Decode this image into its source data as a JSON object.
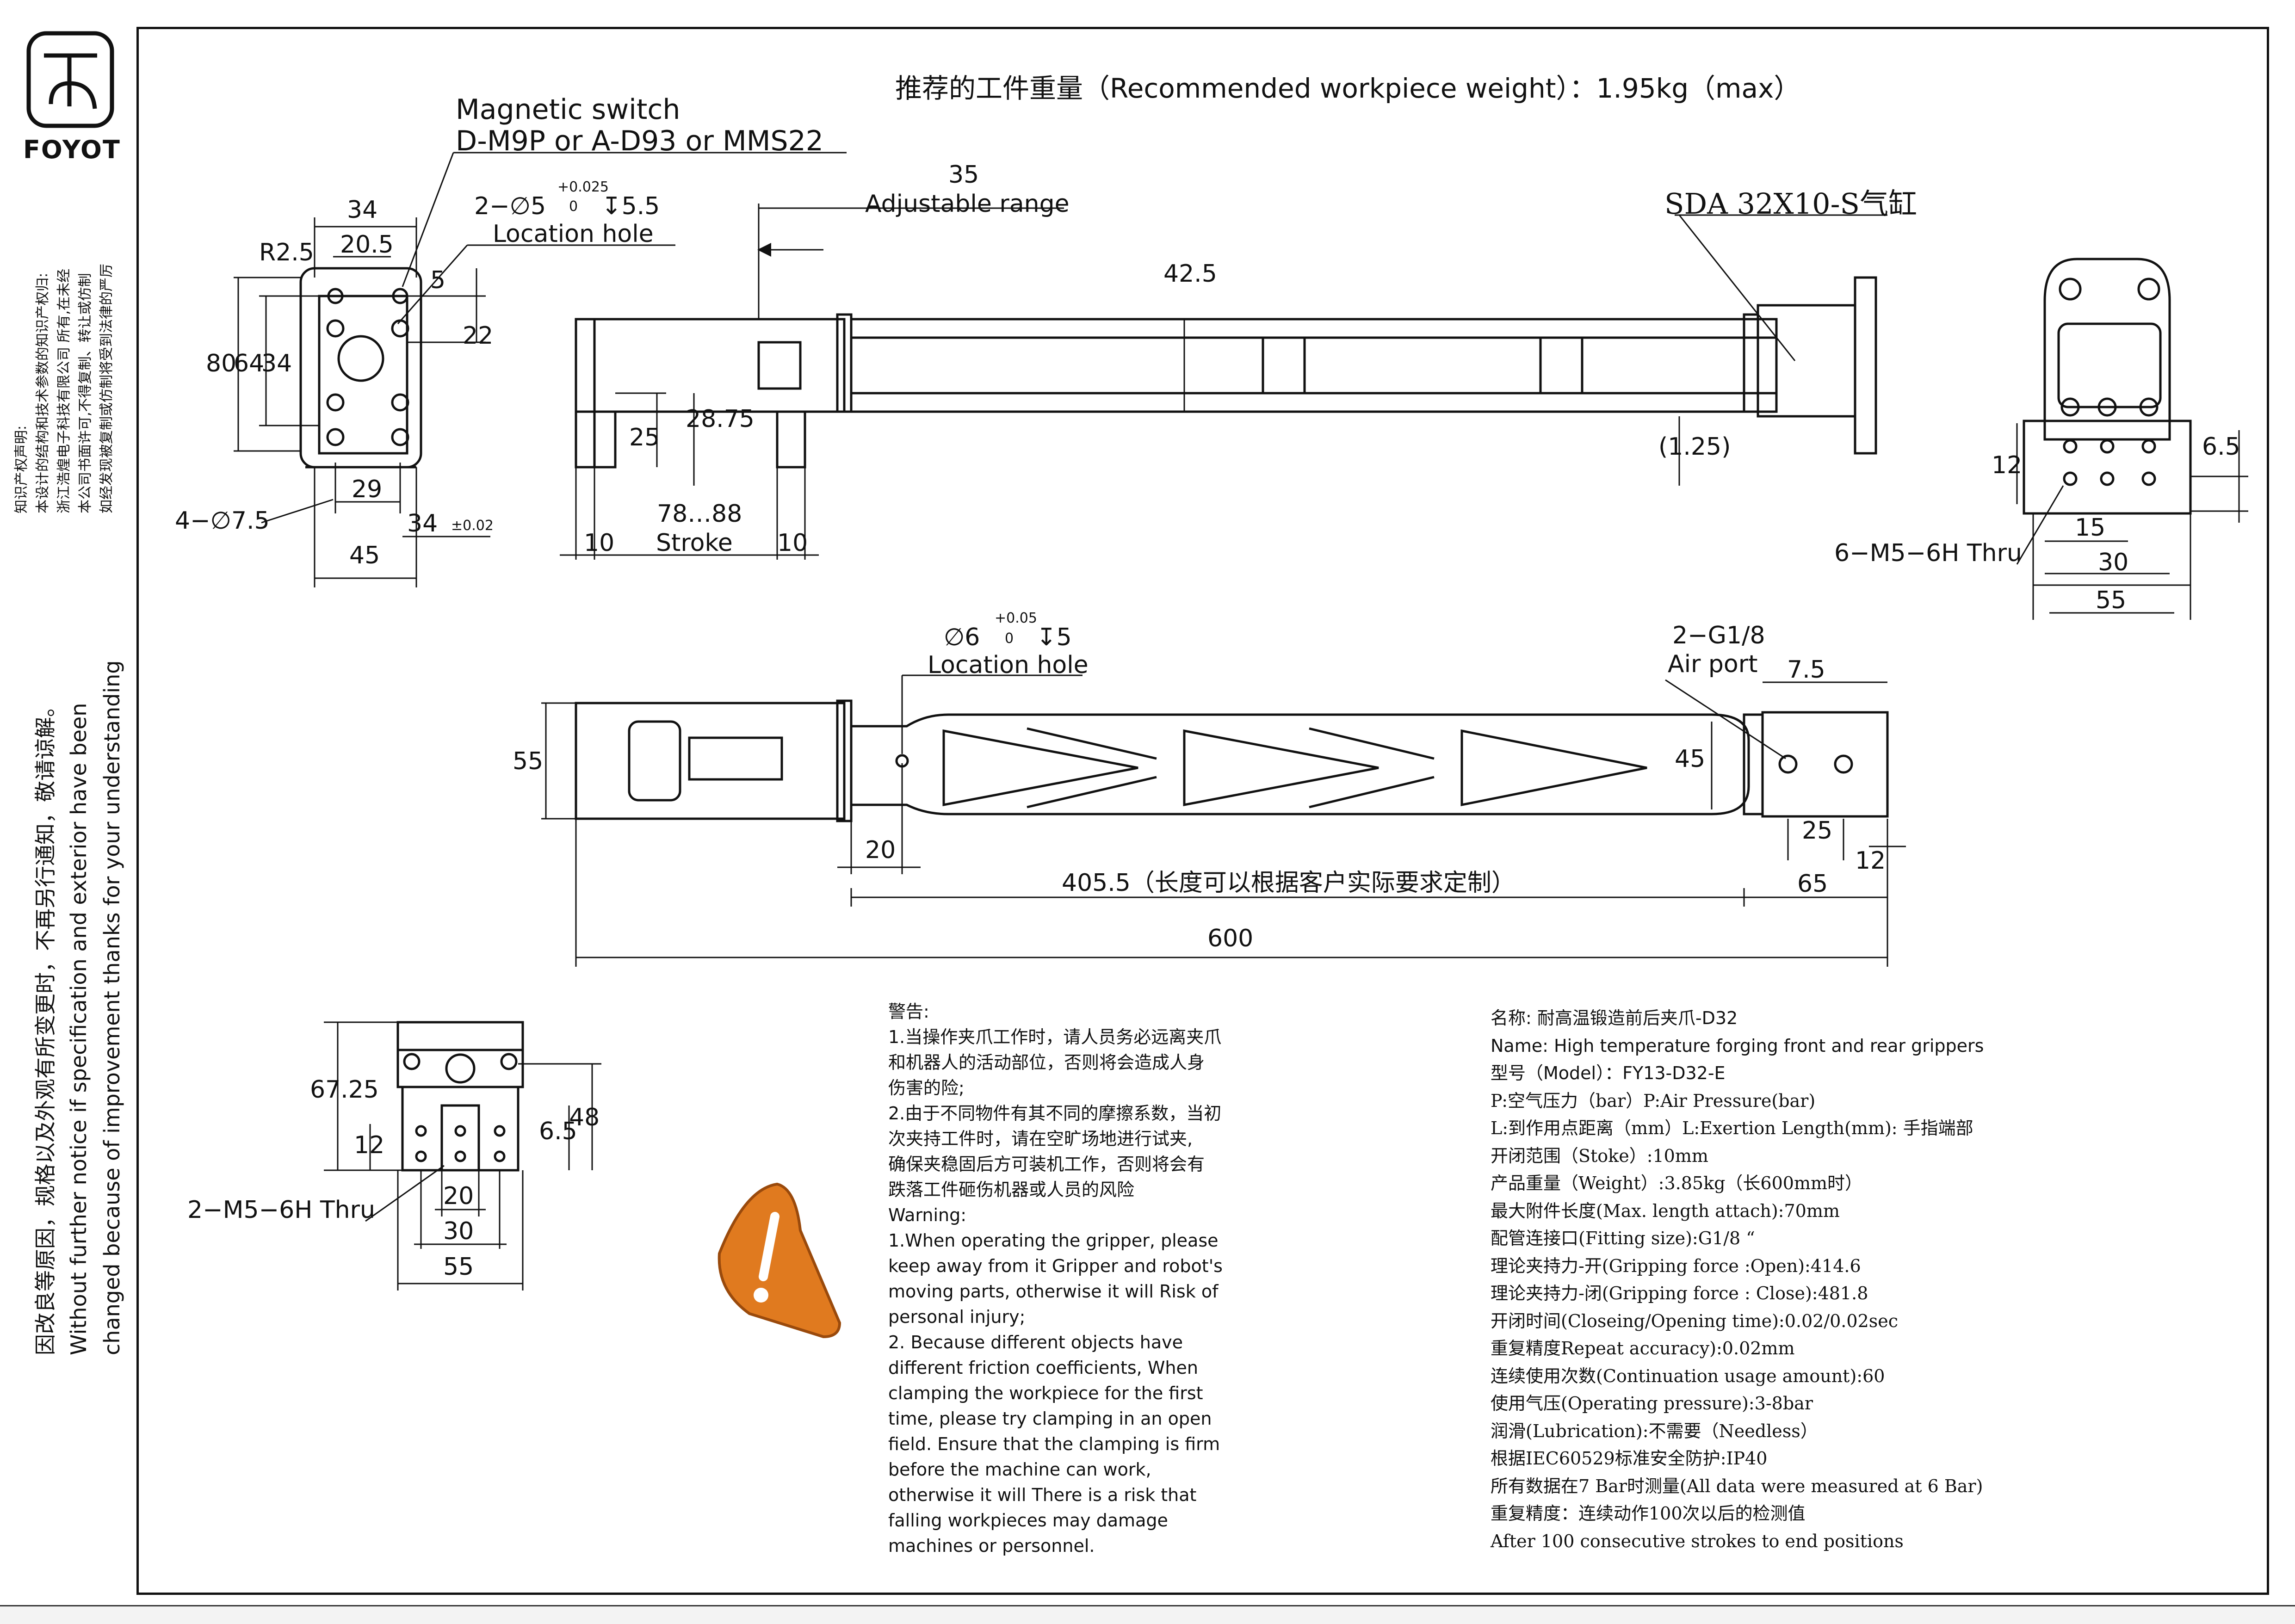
{
  "title": "推荐的工件重量（Recommended workpiece weight）：1.95kg（max）",
  "brand": {
    "name": "FOYOT"
  },
  "side_notes": {
    "ip_lines": [
      "知识产权声明:",
      "本设计的结构和技术参数的知识产权归:",
      "浙江浩煌电子科技有限公司 所有,在未经",
      "本公司书面许可,不得复制、转让或仿制",
      "如经发现被复制或仿制将受到法律的严厉"
    ],
    "notice_cn": "因改良等原因，规格以及外观有所变更时，不再另行通知，敬请谅解。",
    "notice_en_1": "Without further  notice if specification and exterior have been",
    "notice_en_2": "changed because of improvement thanks for your understanding"
  },
  "left_view": {
    "magnetic_switch": "Magnetic switch",
    "switch_models": "D-M9P or A-D93 or MMS22",
    "hole_spec_prefix": "2−∅5",
    "hole_tol_upper": "+0.025",
    "hole_tol_lower": "0",
    "hole_depth": "↧5.5",
    "location_hole": "Location hole",
    "d34": "34",
    "d20_5": "20.5",
    "r2_5": "R2.5",
    "d5": "5",
    "d22": "22",
    "d80": "80",
    "d64": "64",
    "d34v": "34",
    "d29": "29",
    "d34b": "34",
    "d34b_tol": "±0.02",
    "d45": "45",
    "holes": "4−∅7.5"
  },
  "side_view": {
    "d35": "35",
    "adjustable_range": "Adjustable range",
    "cylinder": "SDA 32X10-S气缸",
    "d42_5": "42.5",
    "d25": "25",
    "d28_75": "28.75",
    "d78_88": "78…88",
    "stroke": "Stroke",
    "d10a": "10",
    "d10b": "10",
    "d1_25": "(1.25)"
  },
  "right_view": {
    "d6_5": "6.5",
    "d12": "12",
    "d15": "15",
    "d30": "30",
    "d55": "55",
    "thread": "6−M5−6H Thru"
  },
  "top_view": {
    "hole_prefix": "∅6",
    "hole_tol_upper": "+0.05",
    "hole_tol_lower": "0",
    "hole_depth": "↧5",
    "location_hole": "Location hole",
    "air_port_size": "2−G1/8",
    "air_port": "Air port",
    "d7_5": "7.5",
    "d55": "55",
    "d45": "45",
    "d20": "20",
    "d25": "25",
    "d12": "12",
    "d405": "405.5（长度可以根据客户实际要求定制）",
    "d65": "65",
    "d600": "600"
  },
  "end_view": {
    "d67_25": "67.25",
    "d12": "12",
    "d6_5": "6.5",
    "d48": "48",
    "d20": "20",
    "d30": "30",
    "d55": "55",
    "thread": "2−M5−6H Thru"
  },
  "warning": {
    "lines": [
      "警告:",
      "1.当操作夹爪工作时，请人员务必远离夹爪",
      "和机器人的活动部位，否则将会造成人身",
      "伤害的险;",
      "2.由于不同物件有其不同的摩擦系数，当初",
      "次夹持工件时，请在空旷场地进行试夹,",
      "确保夹稳固后方可装机工作，否则将会有",
      "跌落工件砸伤机器或人员的风险",
      "Warning:",
      "1.When operating the gripper, please",
      "keep away from it Gripper and robot's",
      "moving parts, otherwise it will Risk of",
      "personal injury;",
      "2. Because different objects have",
      "different friction coefficients, When",
      "clamping the workpiece for the first",
      "time, please try clamping in an open",
      "field. Ensure that the clamping is firm",
      "before the machine can work,",
      "otherwise it will There is a risk that",
      "falling workpieces may damage",
      "machines or personnel."
    ],
    "icon": "warning-triangle-icon",
    "icon_color": "#e07a1f"
  },
  "specs": [
    "名称: 耐高温锻造前后夹爪-D32",
    "Name: High temperature forging front and rear grippers",
    "型号（Model）：FY13-D32-E",
    "P:空气压力（bar）P:Air Pressure(bar)",
    "L:到作用点距离（mm）L:Exertion Length(mm): 手指端部",
    "开闭范围（Stoke）:10mm",
    "产品重量（Weight）:3.85kg（长600mm时）",
    "最大附件长度(Max. length attach):70mm",
    "配管连接口(Fitting size):G1/8 “",
    "理论夹持力-开(Gripping force :Open):414.6",
    "理论夹持力-闭(Gripping force : Close):481.8",
    "开闭时间(Closeing/Opening time):0.02/0.02sec",
    "重复精度Repeat accuracy):0.02mm",
    "连续使用次数(Continuation usage amount):60",
    "使用气压(Operating pressure):3-8bar",
    "润滑(Lubrication):不需要（Needless）",
    "根据IEC60529标准安全防护:IP40",
    "所有数据在7 Bar时测量(All data were measured at 6 Bar)",
    "重复精度：连续动作100次以后的检测值",
    "After 100 consecutive strokes to end positions"
  ]
}
